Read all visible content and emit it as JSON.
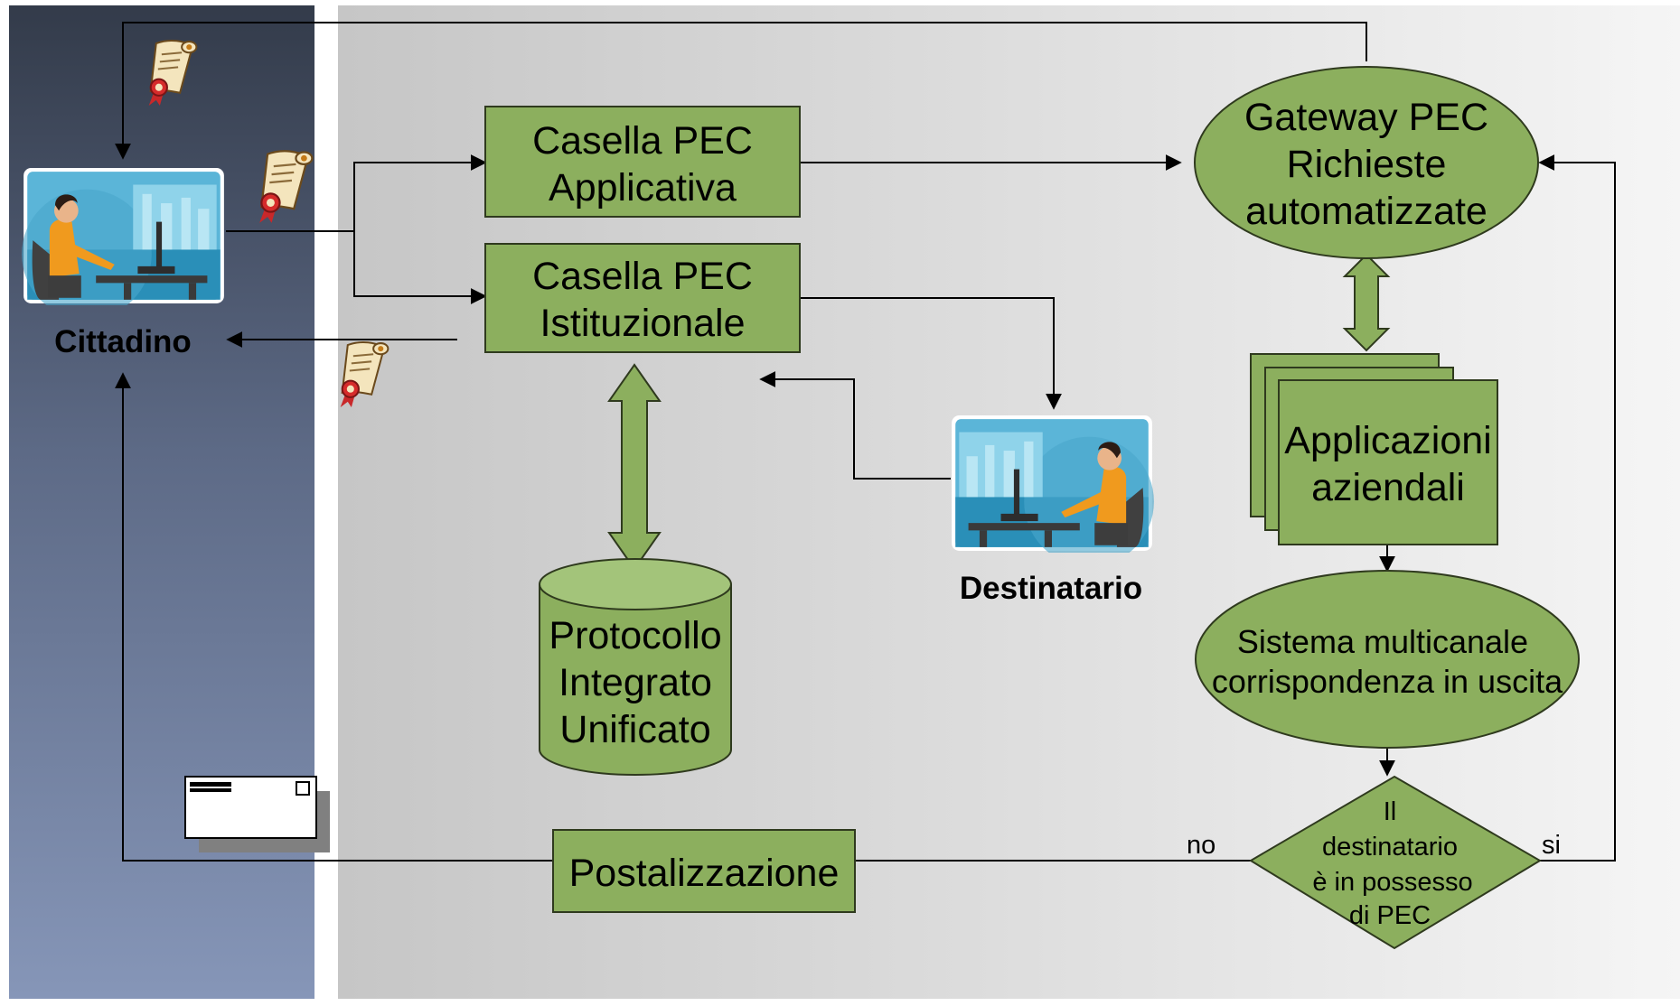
{
  "nodes": {
    "casella_applicativa": [
      "Casella PEC",
      "Applicativa"
    ],
    "casella_istituzionale": [
      "Casella PEC",
      "Istituzionale"
    ],
    "gateway": [
      "Gateway PEC",
      "Richieste",
      "automatizzate"
    ],
    "applicazioni": [
      "Applicazioni",
      "aziendali"
    ],
    "sistema": [
      "Sistema multicanale",
      "corrispondenza in uscita"
    ],
    "protocollo": [
      "Protocollo",
      "Integrato",
      "Unificato"
    ],
    "postalizzazione": "Postalizzazione",
    "decision": [
      "Il",
      "destinatario",
      "è in possesso",
      "di PEC"
    ]
  },
  "labels": {
    "cittadino": "Cittadino",
    "destinatario": "Destinatario"
  },
  "edge_labels": {
    "no": "no",
    "si": "si"
  },
  "icons": [
    "certificate-scroll-icon",
    "person-at-computer-icon",
    "envelope-icon"
  ],
  "colors": {
    "node_fill": "#8caf5e",
    "left_panel_top": "#333b4a",
    "left_panel_bottom": "#8393b4",
    "canvas_left": "#c8c8c8",
    "canvas_right": "#f4f4f4"
  }
}
